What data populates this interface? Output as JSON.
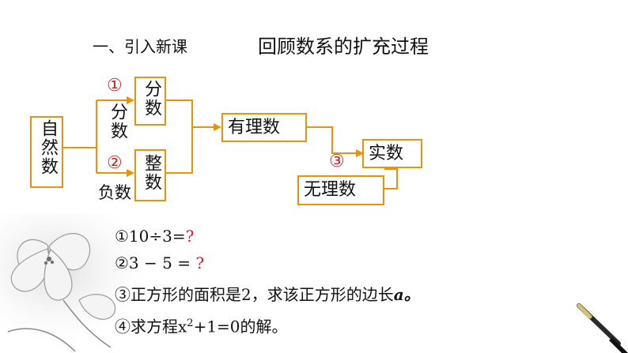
{
  "header": {
    "section_label": "一、引入新课",
    "title": "回顾数系的扩充过程"
  },
  "diagram": {
    "nodes": {
      "natural": "自然数",
      "fraction": "分数",
      "integer": "整数",
      "rational": "有理数",
      "real": "实数",
      "irrational": "无理数"
    },
    "edge_labels": {
      "fraction": "分数",
      "negative": "负数"
    },
    "markers": [
      "①",
      "②",
      "③"
    ],
    "colors": {
      "box_border": "#e8930f",
      "marker": "#c8242b"
    }
  },
  "questions": [
    {
      "prefix": "①10÷3=",
      "suffix": "?"
    },
    {
      "prefix": "②3 − 5 = ",
      "suffix": "?"
    },
    {
      "prefix": "③正方形的面积是2，求该正方形的边长",
      "suffix": "a。"
    },
    {
      "prefix": "④求方程x",
      "sup": "2",
      "rest": "+1=0的解。"
    }
  ]
}
